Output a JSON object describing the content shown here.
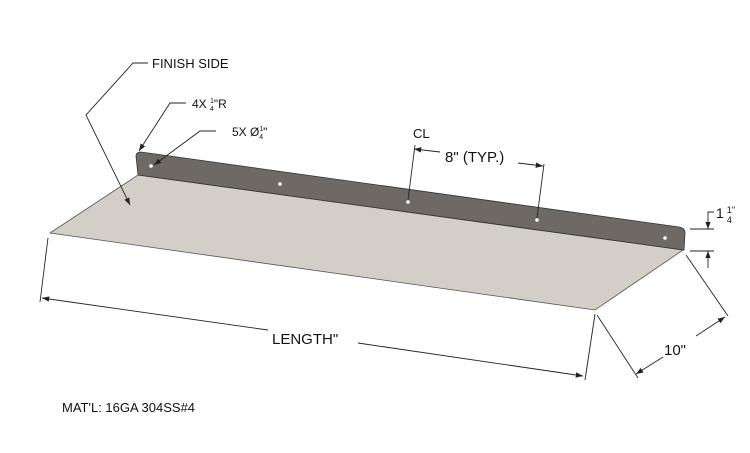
{
  "labels": {
    "finish_side": "FINISH SIDE",
    "radius_prefix": "4X ",
    "radius_num": "1",
    "radius_den": "4",
    "radius_suffix": "\"R",
    "holes_prefix": "5X Ø",
    "holes_num": "1",
    "holes_den": "4",
    "holes_suffix": "\"",
    "centerline": "CL",
    "spacing": "8\" (TYP.)",
    "height_whole": "1",
    "height_num": "1",
    "height_den": "4",
    "height_suffix": "\"",
    "depth": "10\"",
    "length": "LENGTH\"",
    "material": "MAT'L: 16GA 304SS#4"
  },
  "colors": {
    "shelf_top": "#d3cec8",
    "flange": "#6e6964"
  }
}
